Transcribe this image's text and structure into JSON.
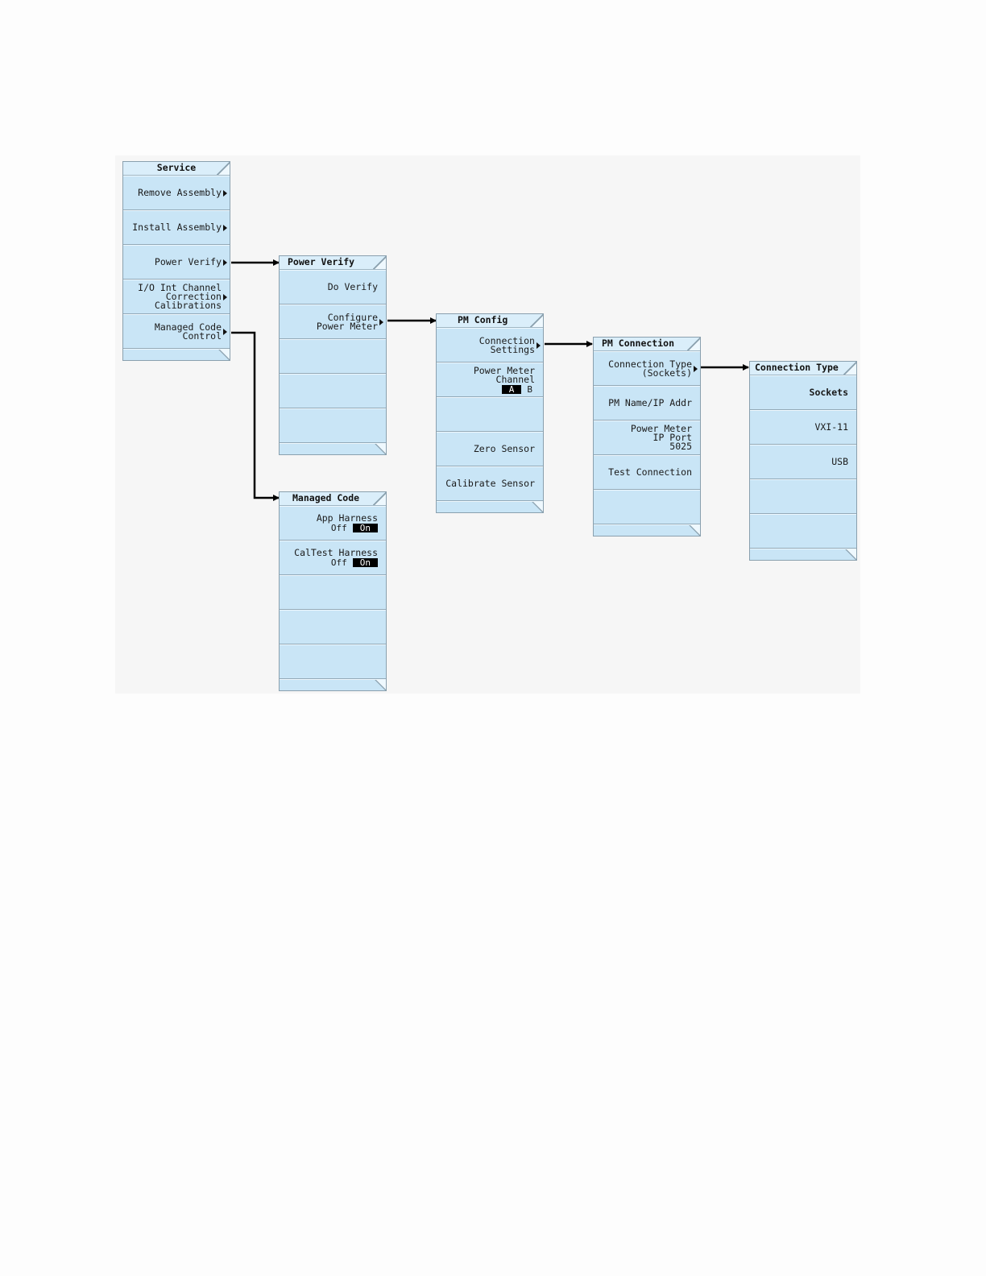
{
  "menus": {
    "service": {
      "title": "Service",
      "keys": [
        {
          "lines": [
            "Remove Assembly"
          ],
          "arrow": true
        },
        {
          "lines": [
            "Install Assembly"
          ],
          "arrow": true
        },
        {
          "lines": [
            "Power Verify"
          ],
          "arrow": true
        },
        {
          "lines": [
            "I/O Int Channel",
            "Correction",
            "Calibrations"
          ],
          "arrow": true
        },
        {
          "lines": [
            "Managed Code",
            "Control"
          ],
          "arrow": true
        }
      ]
    },
    "power_verify": {
      "title": "Power Verify",
      "keys": [
        {
          "lines": [
            "Do Verify"
          ],
          "arrow": false
        },
        {
          "lines": [
            "Configure",
            "Power Meter"
          ],
          "arrow": true
        },
        {
          "lines": [],
          "arrow": false
        },
        {
          "lines": [],
          "arrow": false
        },
        {
          "lines": [],
          "arrow": false
        }
      ]
    },
    "pm_config": {
      "title": "PM Config",
      "keys": [
        {
          "lines": [
            "Connection",
            "Settings"
          ],
          "arrow": true
        },
        {
          "lines": [
            "Power Meter",
            "Channel"
          ],
          "toggle": {
            "options": [
              "A",
              "B"
            ],
            "selected": "A"
          }
        },
        {
          "lines": [],
          "arrow": false
        },
        {
          "lines": [
            "Zero Sensor"
          ],
          "arrow": false
        },
        {
          "lines": [
            "Calibrate Sensor"
          ],
          "arrow": false
        }
      ]
    },
    "pm_connection": {
      "title": "PM Connection",
      "keys": [
        {
          "lines": [
            "Connection Type",
            "(Sockets)"
          ],
          "arrow": true
        },
        {
          "lines": [
            "PM Name/IP Addr"
          ],
          "arrow": false
        },
        {
          "lines": [
            "Power Meter",
            "IP Port",
            "5025"
          ],
          "arrow": false
        },
        {
          "lines": [
            "Test Connection"
          ],
          "arrow": false
        },
        {
          "lines": [],
          "arrow": false
        }
      ]
    },
    "connection_type": {
      "title": "Connection Type",
      "keys": [
        {
          "lines": [
            "Sockets"
          ],
          "arrow": false,
          "bold": true
        },
        {
          "lines": [
            "VXI-11"
          ],
          "arrow": false
        },
        {
          "lines": [
            "USB"
          ],
          "arrow": false
        },
        {
          "lines": [],
          "arrow": false
        },
        {
          "lines": [],
          "arrow": false
        }
      ]
    },
    "managed_code": {
      "title": "Managed Code",
      "keys": [
        {
          "lines": [
            "App Harness"
          ],
          "toggle": {
            "options": [
              "Off",
              "On"
            ],
            "selected": "On"
          }
        },
        {
          "lines": [
            "CalTest Harness"
          ],
          "toggle": {
            "options": [
              "Off",
              "On"
            ],
            "selected": "On"
          }
        },
        {
          "lines": [],
          "arrow": false
        },
        {
          "lines": [],
          "arrow": false
        },
        {
          "lines": [],
          "arrow": false
        }
      ]
    }
  },
  "links": [
    {
      "from": "service.power_verify",
      "to": "power_verify"
    },
    {
      "from": "service.managed_code_control",
      "to": "managed_code"
    },
    {
      "from": "power_verify.configure_power_meter",
      "to": "pm_config"
    },
    {
      "from": "pm_config.connection_settings",
      "to": "pm_connection"
    },
    {
      "from": "pm_connection.connection_type",
      "to": "connection_type"
    }
  ],
  "colors": {
    "key_background": "#c9e5f6",
    "title_background": "#daeefa",
    "connector": "#000000",
    "selected_option_background": "#000000"
  }
}
